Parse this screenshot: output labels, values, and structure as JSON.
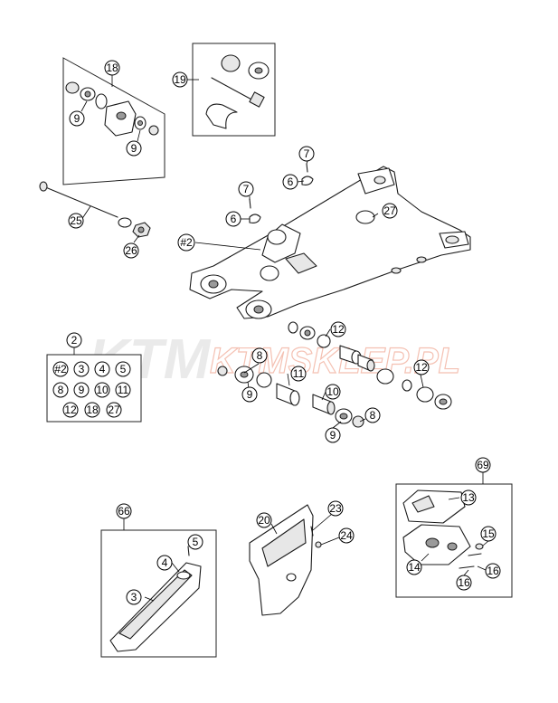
{
  "watermarks": {
    "brand": "KTM",
    "shop": "KTMSKLEP.PL"
  },
  "callouts": {
    "c18": "18",
    "c19": "19",
    "c9a": "9",
    "c9b": "9",
    "c7a": "7",
    "c6a": "6",
    "c7b": "7",
    "c6b": "6",
    "c27": "27",
    "c25": "25",
    "c26": "26",
    "c2ref": "#2",
    "c12a": "12",
    "c8a": "8",
    "c11": "11",
    "c12b": "12",
    "c9c": "9",
    "c10": "10",
    "c8b": "8",
    "c9d": "9",
    "c2": "2",
    "c69": "69",
    "c13": "13",
    "c15": "15",
    "c14": "14",
    "c16a": "16",
    "c16b": "16",
    "c66": "66",
    "c5": "5",
    "c4": "4",
    "c3": "3",
    "c20": "20",
    "c23": "23",
    "c24": "24"
  },
  "kit2": [
    "#2",
    "3",
    "4",
    "5",
    "8",
    "9",
    "10",
    "11",
    "12",
    "18",
    "27"
  ]
}
